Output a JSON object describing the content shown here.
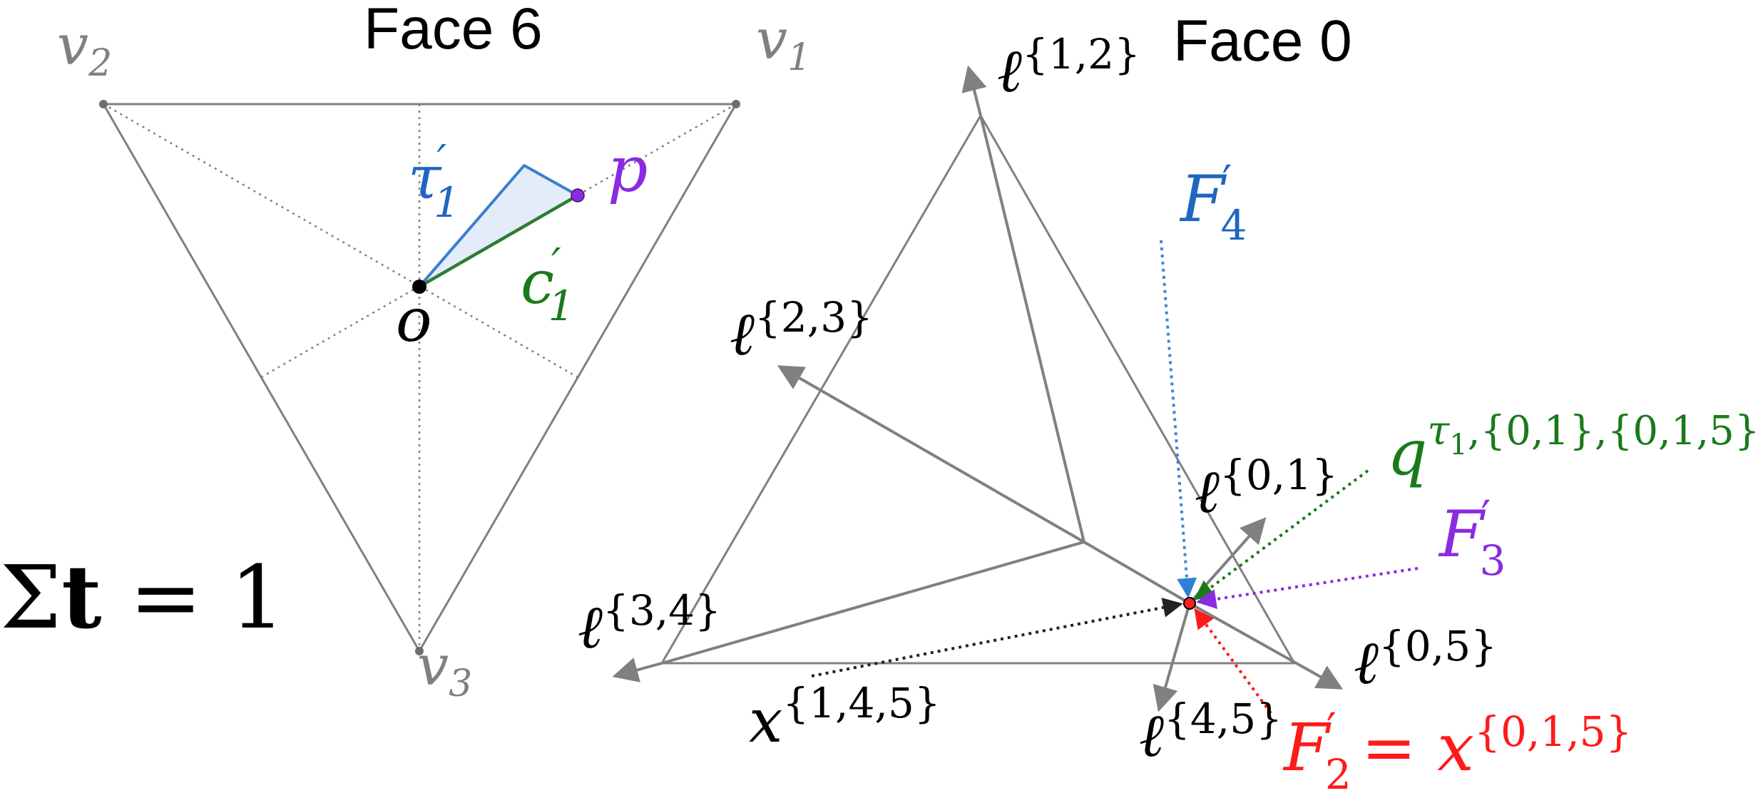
{
  "face6": {
    "title": "Face 6",
    "vertex_labels": {
      "v1": "v",
      "v1_sub": "1",
      "v2": "v",
      "v2_sub": "2",
      "v3": "v",
      "v3_sub": "3"
    },
    "tau_label": "τ",
    "tau_prime": "′",
    "tau_sub": "1",
    "p_label": "p",
    "o_label": "o",
    "c_label": "c",
    "c_prime": "′",
    "c_sub": "1"
  },
  "face0": {
    "title": "Face 0",
    "ell": "ℓ",
    "ell12": "{1,2}",
    "ell23": "{2,3}",
    "ell34": "{3,4}",
    "ell01": "{0,1}",
    "ell05": "{0,5}",
    "ell45": "{4,5}",
    "x_label": "x",
    "x145": "{1,4,5}",
    "F": "F",
    "prime": "′",
    "F4_sub": "4",
    "F3_sub": "3",
    "F2_sub": "2",
    "F2_eq": "= x",
    "F2_sup": "{0,1,5}",
    "q_label": "q",
    "q_sup_tau": "τ",
    "q_sup_tau_sub": "1",
    "q_sup_rest": ",{0,1},{0,1,5}"
  },
  "sum_label": {
    "sigma": "Σ",
    "t": "t",
    "eq": " = 1"
  },
  "colors": {
    "gray": "#808080",
    "dark_gray": "#6e6e6e",
    "black": "#000000",
    "blue": "#1f66c1",
    "light_blue_fill": "#e3ecf8",
    "green": "#1a7a1a",
    "purple": "#8a2be2",
    "red": "#ff1a1a"
  }
}
